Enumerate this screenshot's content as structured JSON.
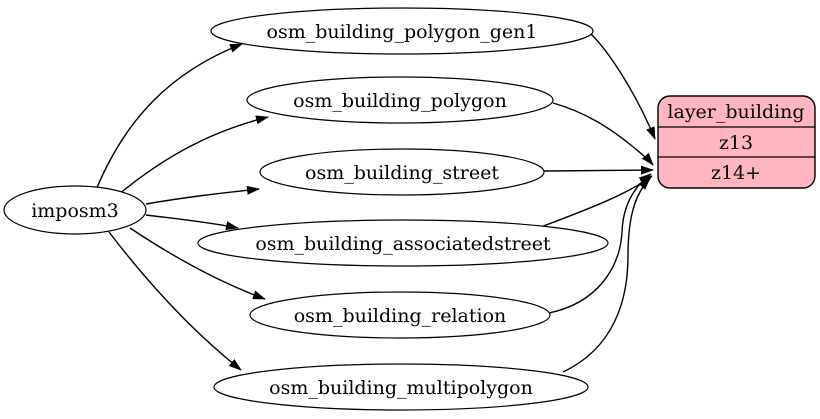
{
  "diagram": {
    "type": "etl-graph",
    "background": "#ffffff",
    "edge_color": "#000000",
    "node_fill": "#ffffff",
    "node_stroke": "#000000",
    "record_fill": "#ffb6c1",
    "source": {
      "label": "imposm3"
    },
    "tables": [
      {
        "label": "osm_building_polygon_gen1"
      },
      {
        "label": "osm_building_polygon"
      },
      {
        "label": "osm_building_street"
      },
      {
        "label": "osm_building_associatedstreet"
      },
      {
        "label": "osm_building_relation"
      },
      {
        "label": "osm_building_multipolygon"
      }
    ],
    "layer": {
      "title": "layer_building",
      "rows": [
        "z13",
        "z14+"
      ]
    },
    "edges": [
      {
        "from": "imposm3",
        "to": "osm_building_polygon_gen1"
      },
      {
        "from": "imposm3",
        "to": "osm_building_polygon"
      },
      {
        "from": "imposm3",
        "to": "osm_building_street"
      },
      {
        "from": "imposm3",
        "to": "osm_building_associatedstreet"
      },
      {
        "from": "imposm3",
        "to": "osm_building_relation"
      },
      {
        "from": "imposm3",
        "to": "osm_building_multipolygon"
      },
      {
        "from": "osm_building_polygon_gen1",
        "to": "layer_building:z13"
      },
      {
        "from": "osm_building_polygon",
        "to": "layer_building:z14+"
      },
      {
        "from": "osm_building_street",
        "to": "layer_building:z14+"
      },
      {
        "from": "osm_building_associatedstreet",
        "to": "layer_building:z14+"
      },
      {
        "from": "osm_building_relation",
        "to": "layer_building:z14+"
      },
      {
        "from": "osm_building_multipolygon",
        "to": "layer_building:z14+"
      }
    ]
  }
}
